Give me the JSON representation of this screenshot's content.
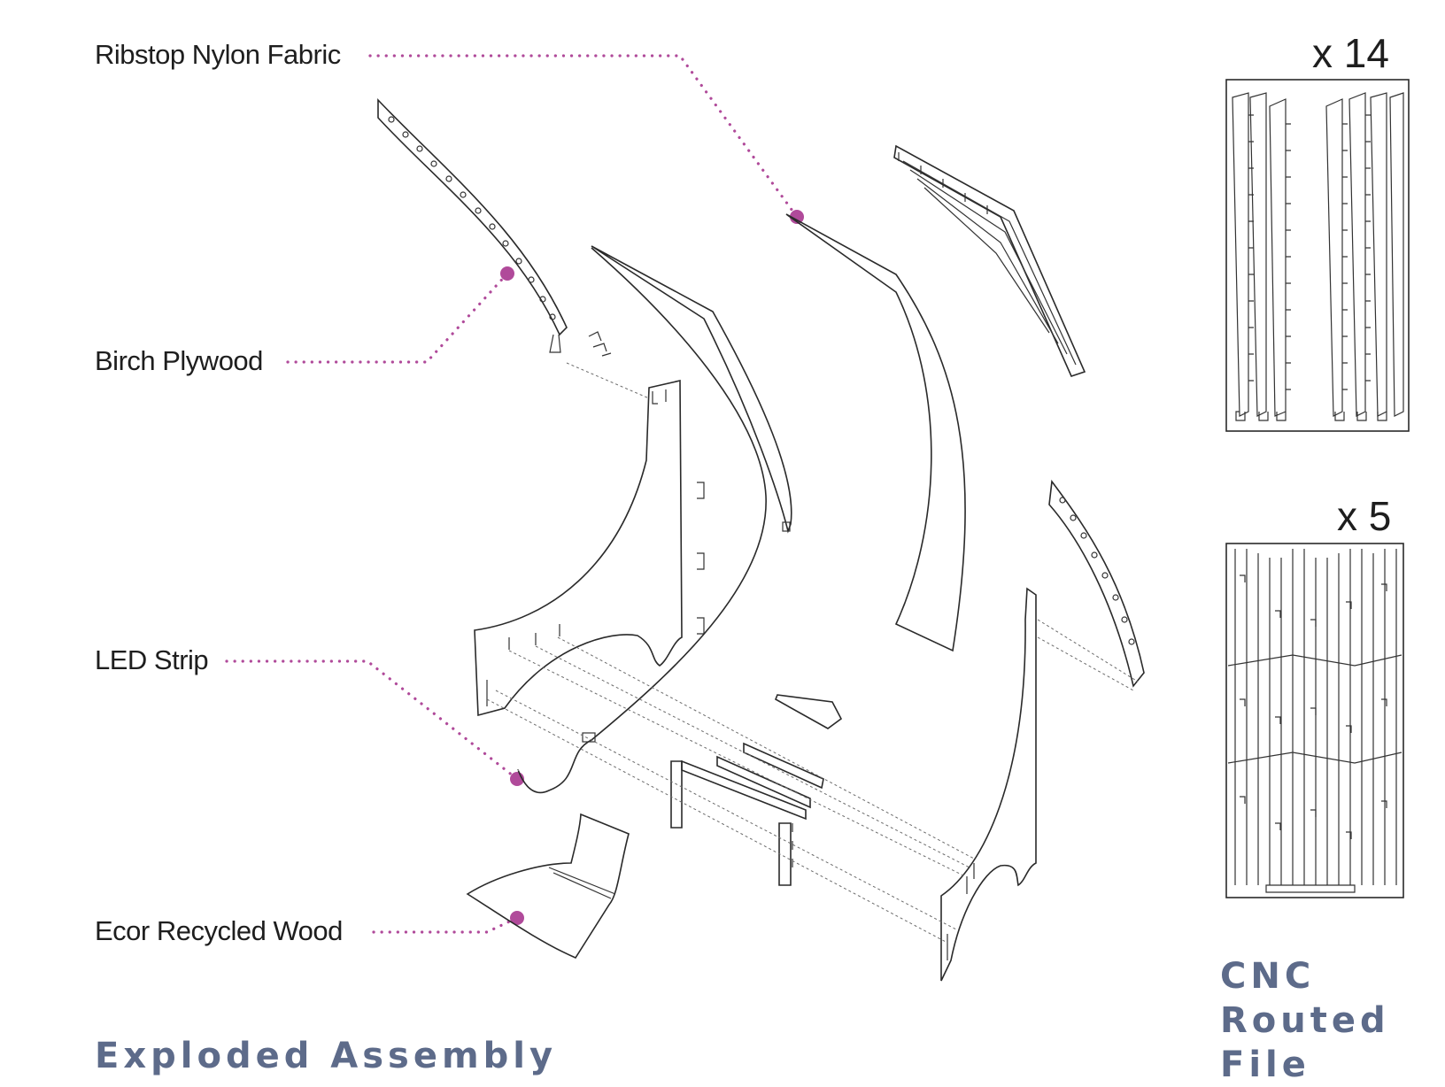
{
  "labels": {
    "fabric": "Ribstop Nylon Fabric",
    "plywood": "Birch Plywood",
    "led": "LED Strip",
    "ecor": "Ecor Recycled Wood"
  },
  "titles": {
    "exploded": "Exploded Assembly",
    "cnc_line1": "CNC",
    "cnc_line2": "Routed",
    "cnc_line3": "File"
  },
  "sheets": {
    "top_count": "x 14",
    "bottom_count": "x 5"
  },
  "colors": {
    "leader": "#b04a9a",
    "title": "#5d6b8a",
    "line": "#2a2a2a"
  }
}
